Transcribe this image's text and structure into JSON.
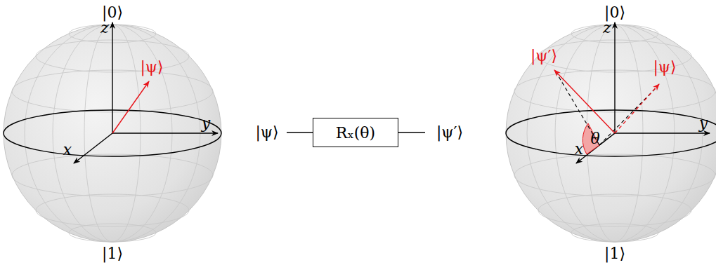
{
  "diagram": {
    "nodes": [
      {
        "text": [
          "Rₓ(θ)"
        ]
      }
    ],
    "labels": [
      "|0⟩",
      "z",
      "|ψ⟩",
      "y",
      "x",
      "|1⟩",
      "|ψ⟩",
      "|ψ′⟩",
      "|0⟩",
      "z",
      "|ψ′⟩",
      "|ψ⟩",
      "θ",
      "x",
      "y",
      "|1⟩"
    ]
  }
}
